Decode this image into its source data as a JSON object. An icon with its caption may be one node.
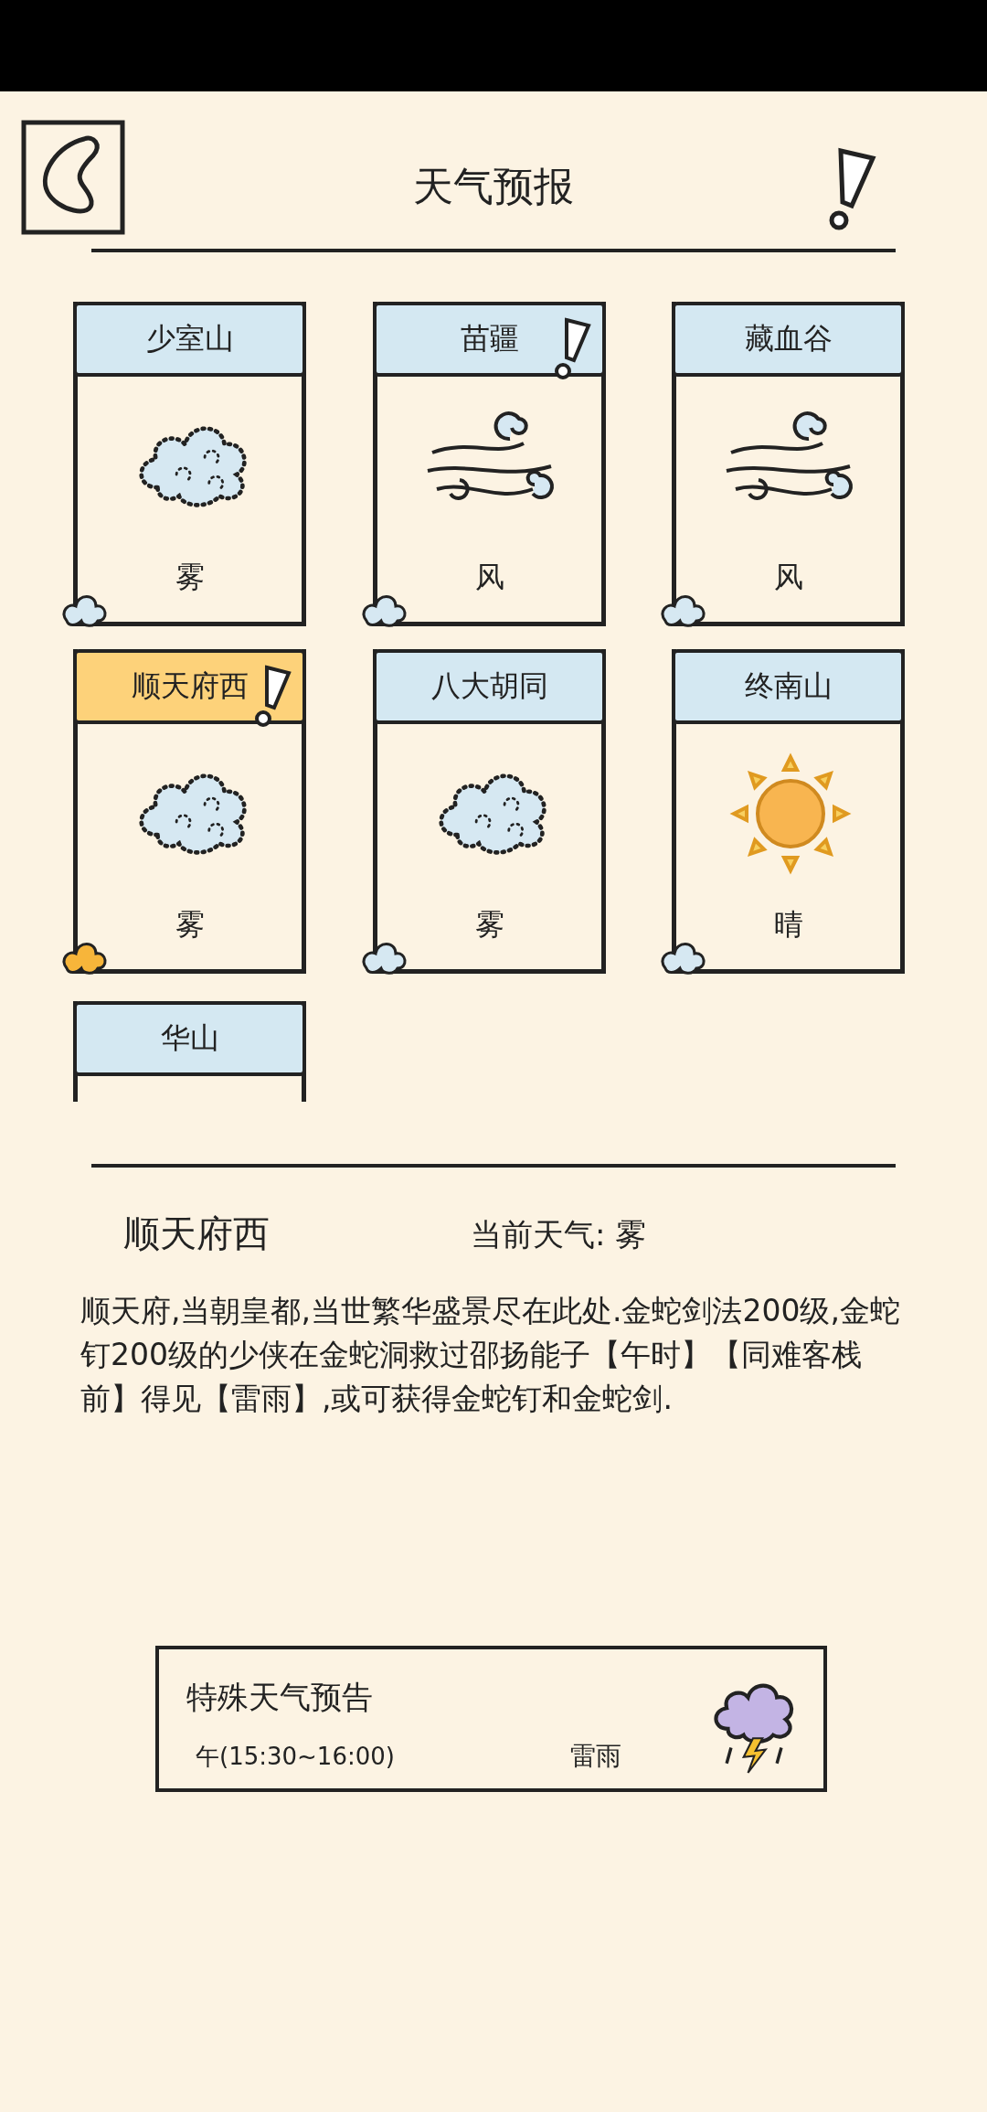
{
  "diagram": {
    "title": "天气预报",
    "nodes": [
      {
        "text": [
          "少室山",
          "雾"
        ]
      },
      {
        "text": [
          "苗疆",
          "风"
        ]
      },
      {
        "text": [
          "藏血谷",
          "风"
        ]
      },
      {
        "text": [
          "顺天府西",
          "雾"
        ]
      },
      {
        "text": [
          "八大胡同",
          "雾"
        ]
      },
      {
        "text": [
          "终南山",
          "晴"
        ]
      },
      {
        "text": [
          "华山"
        ]
      },
      {
        "text": [
          "特殊天气预告",
          "午(15:30~16:00)",
          "雷雨"
        ]
      }
    ],
    "labels": [
      "顺天府西",
      "当前天气: 雾",
      "顺天府,当朝皇都,当世繁华盛景尽在此处.金蛇剑法200级,金蛇钉200级的少侠在金蛇洞救过邵扬能子【午时】【同难客栈前】得见【雷雨】,或可获得金蛇钉和金蛇剑."
    ]
  }
}
